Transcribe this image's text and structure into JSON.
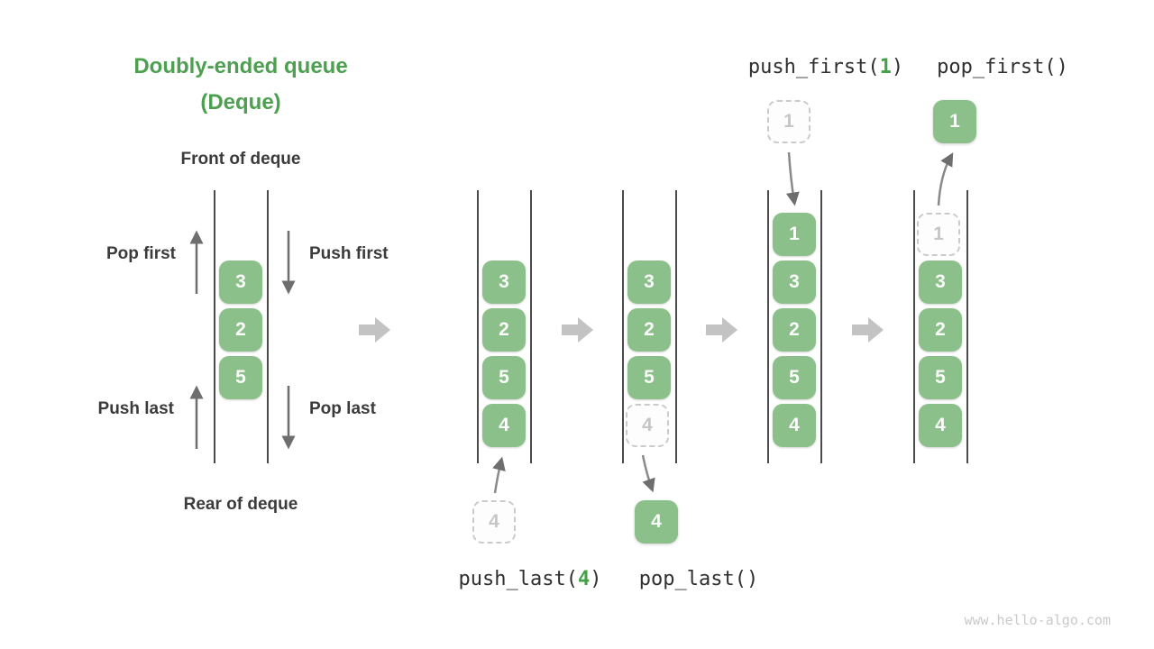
{
  "title": {
    "line1": "Doubly-ended queue",
    "line2": "(Deque)"
  },
  "labels": {
    "front": "Front of deque",
    "rear": "Rear of deque",
    "pop_first": "Pop first",
    "push_first": "Push first",
    "push_last": "Push last",
    "pop_last": "Pop last"
  },
  "operations": {
    "push_first": {
      "prefix": "push_first(",
      "arg": "1",
      "suffix": ")"
    },
    "pop_first": "pop_first()",
    "push_last": {
      "prefix": "push_last(",
      "arg": "4",
      "suffix": ")"
    },
    "pop_last": "pop_last()"
  },
  "queues": [
    {
      "name": "initial",
      "cells": [
        {
          "v": "3",
          "state": "solid"
        },
        {
          "v": "2",
          "state": "solid"
        },
        {
          "v": "5",
          "state": "solid"
        }
      ]
    },
    {
      "name": "after-push-last",
      "cells": [
        {
          "v": "3",
          "state": "solid"
        },
        {
          "v": "2",
          "state": "solid"
        },
        {
          "v": "5",
          "state": "solid"
        },
        {
          "v": "4",
          "state": "solid"
        }
      ]
    },
    {
      "name": "after-pop-last",
      "cells": [
        {
          "v": "3",
          "state": "solid"
        },
        {
          "v": "2",
          "state": "solid"
        },
        {
          "v": "5",
          "state": "solid"
        },
        {
          "v": "4",
          "state": "dashed"
        }
      ]
    },
    {
      "name": "after-push-first",
      "cells": [
        {
          "v": "1",
          "state": "solid"
        },
        {
          "v": "3",
          "state": "solid"
        },
        {
          "v": "2",
          "state": "solid"
        },
        {
          "v": "5",
          "state": "solid"
        },
        {
          "v": "4",
          "state": "solid"
        }
      ]
    },
    {
      "name": "after-pop-first",
      "cells": [
        {
          "v": "1",
          "state": "dashed"
        },
        {
          "v": "3",
          "state": "solid"
        },
        {
          "v": "2",
          "state": "solid"
        },
        {
          "v": "5",
          "state": "solid"
        },
        {
          "v": "4",
          "state": "solid"
        }
      ]
    }
  ],
  "floating": {
    "push_last_item": "4",
    "pop_last_item": "4",
    "push_first_item": "1",
    "pop_first_item": "1"
  },
  "watermark": "www.hello-algo.com",
  "colors": {
    "box_green": "#8cc08a",
    "title_green": "#4ca04f",
    "code_green": "#43a047",
    "dark_text": "#3b3b3b",
    "rail": "#4b4b4b",
    "small_arrow": "#6e6e6e",
    "big_arrow": "#c3c3c3",
    "dashed_gray": "#cbcbcb"
  }
}
